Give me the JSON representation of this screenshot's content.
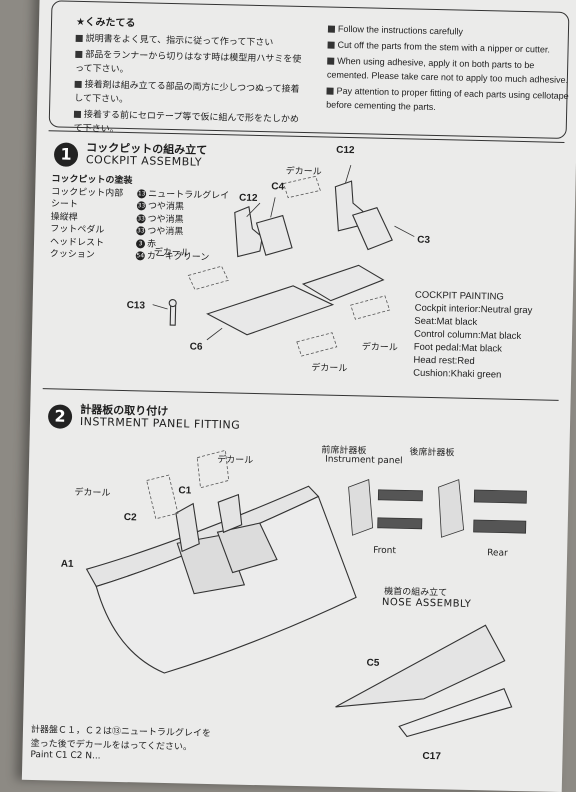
{
  "notes_jp": {
    "heading": "★くみたてる",
    "items": [
      "説明書をよく見て、指示に従って作って下さい",
      "部品をランナーから切りはなす時は模型用ハサミを使って下さい。",
      "接着剤は組み立てる部品の両方に少しつつぬって接着して下さい。",
      "接着する前にセロテープ等で仮に組んで形をたしかめて下さい。"
    ]
  },
  "notes_en": {
    "items": [
      "Follow the instructions carefully",
      "Cut off the parts from the stem with a nipper or cutter.",
      "When using adhesive, apply it on both parts to be cemented. Please take care not to apply too much adhesive.",
      "Pay attention to proper fitting of each parts using cellotape before cementing the parts."
    ]
  },
  "step1": {
    "number": "1",
    "title_jp": "コックピットの組み立て",
    "title_en": "COCKPIT ASSEMBLY",
    "paint_jp": {
      "heading": "コックピットの塗装",
      "rows": [
        {
          "part": "コックピット内部",
          "badge": "13",
          "color": "ニュートラルグレイ"
        },
        {
          "part": "シート",
          "badge": "33",
          "color": "つや消黒"
        },
        {
          "part": "操縦桿",
          "badge": "33",
          "color": "つや消黒"
        },
        {
          "part": "フットペダル",
          "badge": "33",
          "color": "つや消黒"
        },
        {
          "part": "ヘッドレスト",
          "badge": "3",
          "color": "赤"
        },
        {
          "part": "クッション",
          "badge": "54",
          "color": "カーキグリーン"
        }
      ]
    },
    "paint_en": {
      "heading": "COCKPIT PAINTING",
      "rows": [
        "Cockpit interior:Neutral gray",
        "Seat:Mat black",
        "Control column:Mat black",
        "Foot pedal:Mat black",
        "Head rest:Red",
        "Cushion:Khaki green"
      ]
    },
    "parts": {
      "c12a": "C12",
      "c12b": "C12",
      "c4": "C4",
      "c3": "C3",
      "c13": "C13",
      "c6": "C6"
    },
    "decal_label": "デカール"
  },
  "step2": {
    "number": "2",
    "title_jp": "計器板の取り付け",
    "title_en": "INSTRMENT PANEL FITTING",
    "panel_jp": "前席計器板",
    "panel_jp2": "後席計器板",
    "panel_en": "Instrument panel",
    "front": "Front",
    "rear": "Rear",
    "parts": {
      "c1": "C1",
      "c2": "C2",
      "a1": "A1",
      "c5": "C5",
      "c17": "C17"
    },
    "decal_label": "デカール",
    "nose_jp": "機首の組み立て",
    "nose_en": "NOSE ASSEMBLY",
    "footer_jp": "計器盤Ｃ１，Ｃ２は⑬ニュートラルグレイを",
    "footer_jp2": "塗った後でデカールをはってください。",
    "footer_en": "Paint C1 C2 N..."
  }
}
